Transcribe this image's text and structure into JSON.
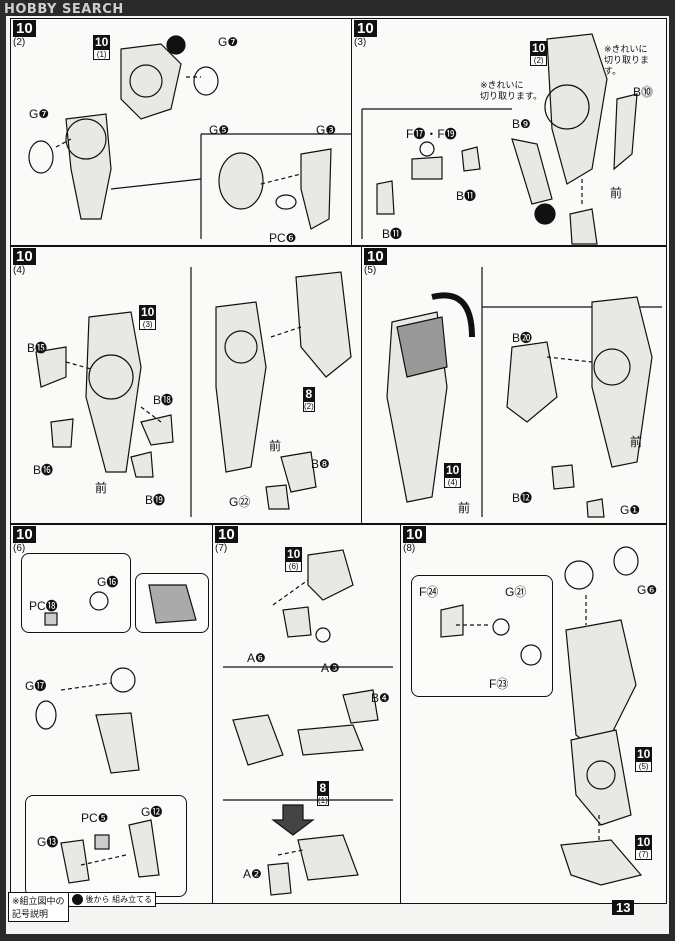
{
  "watermark": "HOBBY SEARCH",
  "page_number": "13",
  "footer": {
    "note_line1": "※組立図中の",
    "note_line2": "記号説明",
    "legend_line1": "後から",
    "legend_line2": "組み立てる"
  },
  "panels": [
    {
      "step": "10",
      "sub": "(2)",
      "labels": {
        "g7a": "G❼",
        "g7b": "G❼",
        "g5": "G❺",
        "g3": "G❸",
        "pc6": "PC❻"
      },
      "ref": {
        "top": "10",
        "bot": "(1)"
      }
    },
    {
      "step": "10",
      "sub": "(3)",
      "labels": {
        "b10": "B⓾",
        "b9": "B❾",
        "f17f19": "F⓱・F⓳",
        "b11a": "B⓫",
        "b11b": "B⓫",
        "front": "前"
      },
      "ref": {
        "top": "10",
        "bot": "(2)"
      },
      "notes": {
        "n1a": "※きれいに",
        "n1b": "切り取ります。",
        "n2a": "※きれいに",
        "n2b": "切り取ります。"
      }
    },
    {
      "step": "10",
      "sub": "(4)",
      "labels": {
        "b15": "B⓯",
        "b18": "B⓲",
        "b16": "B⓰",
        "b19": "B⓳",
        "b8": "B❽",
        "g22": "G㉒",
        "fronta": "前",
        "frontb": "前"
      },
      "ref": {
        "top": "10",
        "bot": "(3)"
      },
      "ref2": {
        "top": "8",
        "bot": "(2)"
      }
    },
    {
      "step": "10",
      "sub": "(5)",
      "labels": {
        "b20": "B⓴",
        "b12": "B⓬",
        "g1": "G❶",
        "fronta": "前",
        "frontb": "前"
      },
      "ref": {
        "top": "10",
        "bot": "(4)"
      }
    },
    {
      "step": "10",
      "sub": "(6)",
      "labels": {
        "pc18": "PC⓲",
        "g16": "G⓰",
        "g17": "G⓱",
        "pc5": "PC❺",
        "g12": "G⓬",
        "g13": "G⓭"
      }
    },
    {
      "step": "10",
      "sub": "(7)",
      "labels": {
        "a6": "A❻",
        "a3": "A❸",
        "b4": "B❹",
        "a2": "A❷"
      },
      "ref": {
        "top": "10",
        "bot": "(6)"
      },
      "ref2": {
        "top": "8",
        "bot": "(1)"
      }
    },
    {
      "step": "10",
      "sub": "(8)",
      "labels": {
        "f24": "F㉔",
        "g21": "G㉑",
        "f23": "F㉓",
        "g6": "G❻"
      },
      "ref": {
        "top": "10",
        "bot": "(5)"
      },
      "ref2": {
        "top": "10",
        "bot": "(7)"
      }
    }
  ]
}
